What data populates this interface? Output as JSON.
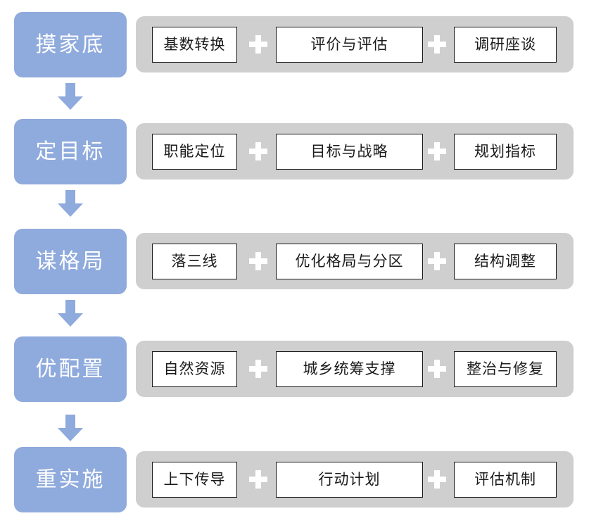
{
  "diagram": {
    "type": "five-stage-process-flow",
    "colors": {
      "stage_label_fill": "#8faadc",
      "stage_label_text": "#ffffff",
      "panel_fill": "#cfcfcf",
      "item_fill": "#ffffff",
      "item_border": "#1a1a1a",
      "arrow_fill": "#8faadc",
      "plus_fill": "#ffffff",
      "background": "#ffffff"
    },
    "connector_symbol": "+",
    "stage_connector": "down-arrow",
    "stages": [
      {
        "label": "摸家底",
        "items": [
          {
            "label": "基数转换"
          },
          {
            "label": "评价与评估"
          },
          {
            "label": "调研座谈"
          }
        ]
      },
      {
        "label": "定目标",
        "items": [
          {
            "label": "职能定位"
          },
          {
            "label": "目标与战略"
          },
          {
            "label": "规划指标"
          }
        ]
      },
      {
        "label": "谋格局",
        "items": [
          {
            "label": "落三线"
          },
          {
            "label": "优化格局与分区"
          },
          {
            "label": "结构调整"
          }
        ]
      },
      {
        "label": "优配置",
        "items": [
          {
            "label": "自然资源"
          },
          {
            "label": "城乡统筹支撑"
          },
          {
            "label": "整治与修复"
          }
        ]
      },
      {
        "label": "重实施",
        "items": [
          {
            "label": "上下传导"
          },
          {
            "label": "行动计划"
          },
          {
            "label": "评估机制"
          }
        ]
      }
    ]
  }
}
